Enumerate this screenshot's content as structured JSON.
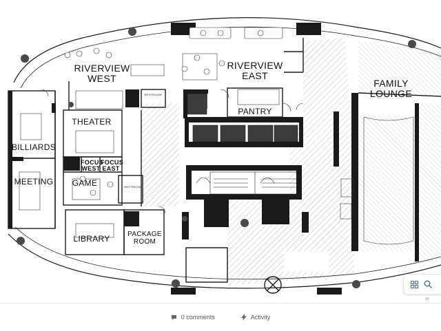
{
  "floorplan": {
    "rooms": {
      "riverview_west": "RIVERVIEW\nWEST",
      "riverview_east": "RIVERVIEW\nEAST",
      "family_lounge": "FAMILY\nLOUNGE",
      "pantry": "PANTRY",
      "theater": "THEATER",
      "billiards": "BILLIARDS",
      "meeting": "MEETING",
      "focus_west": "FOCUS\nWEST",
      "focus_east": "FOCUS\nEAST",
      "game": "GAME",
      "library": "LIBRARY",
      "package_room": "PACKAGE\nROOM"
    },
    "small_labels": {
      "restroom_1": "RESTROOM",
      "restroom_2": "RESTROOM"
    }
  },
  "bottom_bar": {
    "comments_label": "0 comments",
    "activity_label": "Activity"
  },
  "page_number": "10",
  "colors": {
    "wall": "#1a1a1a",
    "hatch": "#9a9a9a",
    "column": "#4a4a4a",
    "accent": "#3b6fb6"
  },
  "icons": {
    "comment": "comment-icon",
    "activity": "lightning-icon",
    "grid": "grid-icon",
    "search": "search-icon"
  }
}
